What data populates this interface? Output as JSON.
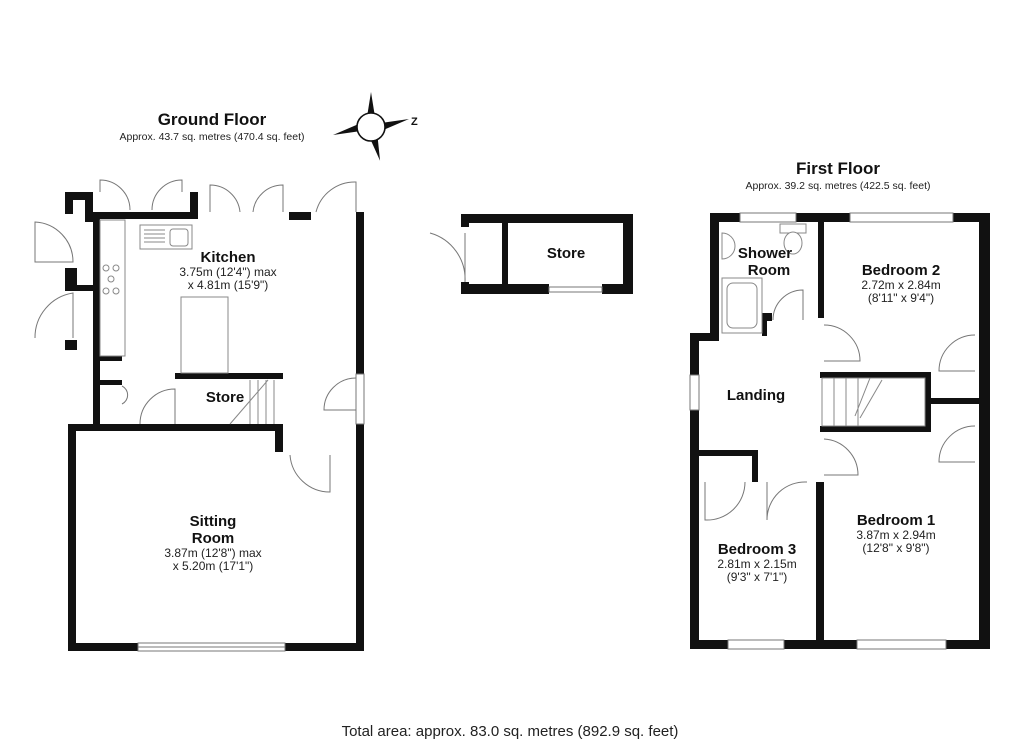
{
  "ground_floor": {
    "title": "Ground Floor",
    "area": "Approx. 43.7 sq. metres (470.4 sq. feet)",
    "rooms": {
      "kitchen": {
        "name": "Kitchen",
        "dim1": "3.75m (12'4\") max",
        "dim2": "x 4.81m (15'9\")"
      },
      "store": {
        "name": "Store"
      },
      "sitting_room": {
        "name1": "Sitting",
        "name2": "Room",
        "dim1": "3.87m (12'8\") max",
        "dim2": "x 5.20m (17'1\")"
      }
    }
  },
  "outbuilding": {
    "store": {
      "name": "Store"
    }
  },
  "first_floor": {
    "title": "First Floor",
    "area": "Approx. 39.2 sq. metres (422.5 sq. feet)",
    "rooms": {
      "shower_room": {
        "name1": "Shower",
        "name2": "Room"
      },
      "bedroom2": {
        "name": "Bedroom 2",
        "dim1": "2.72m x 2.84m",
        "dim2": "(8'11\" x 9'4\")"
      },
      "landing": {
        "name": "Landing"
      },
      "bedroom1": {
        "name": "Bedroom 1",
        "dim1": "3.87m x 2.94m",
        "dim2": "(12'8\" x 9'8\")"
      },
      "bedroom3": {
        "name": "Bedroom 3",
        "dim1": "2.81m x 2.15m",
        "dim2": "(9'3\" x 7'1\")"
      }
    }
  },
  "compass": {
    "label": "Z",
    "icon": "compass-rose-icon"
  },
  "total_area": "Total area: approx. 83.0 sq. metres (892.9 sq. feet)",
  "colors": {
    "wall": "#111111",
    "fixture": "#888888",
    "background": "#ffffff"
  }
}
